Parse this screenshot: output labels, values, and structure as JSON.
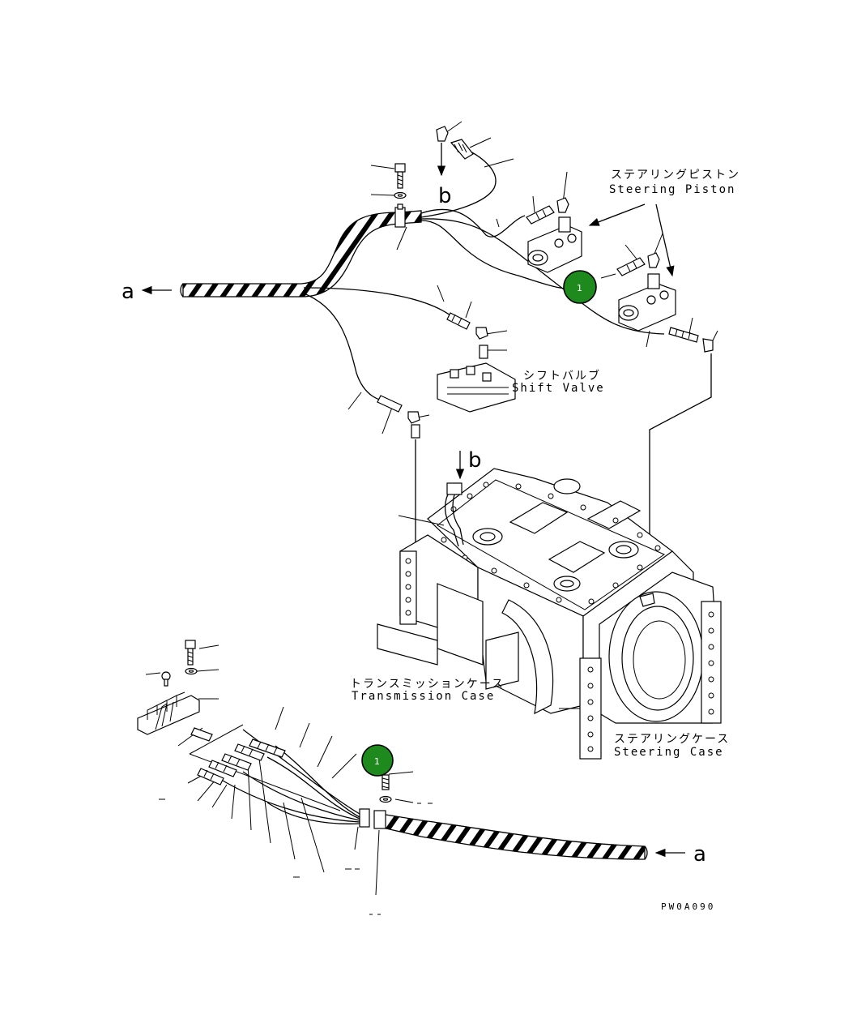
{
  "labels": {
    "steering_piston_jp": "ステアリングピストン",
    "steering_piston_en": "Steering Piston",
    "shift_valve_jp": "シフトバルブ",
    "shift_valve_en": "Shift Valve",
    "transmission_case_jp": "トランスミッションケース",
    "transmission_case_en": "Transmission Case",
    "steering_case_jp": "ステアリングケース",
    "steering_case_en": "Steering Case"
  },
  "refs": {
    "a_left": "a",
    "a_right": "a",
    "b_top": "b",
    "b_mid": "b"
  },
  "callouts": [
    {
      "number": "1",
      "color": "#1e8a1e"
    },
    {
      "number": "1",
      "color": "#1e8a1e"
    }
  ],
  "drawing_code": "PW0A090"
}
